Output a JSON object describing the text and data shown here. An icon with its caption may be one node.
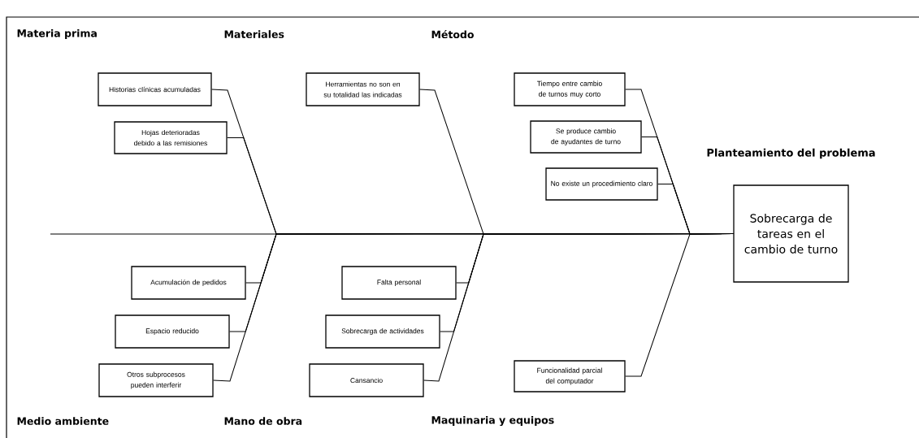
{
  "diagram": {
    "nodes": [
      {
        "text": [
          "Historias clínicas acumuladas"
        ]
      },
      {
        "text": [
          "Hojas deterioradas debido a las remisiones"
        ]
      },
      {
        "text": [
          "Herramientas no son en su totalidad las indicadas"
        ]
      },
      {
        "text": [
          "Tiempo entre cambio de turnos muy corto"
        ]
      },
      {
        "text": [
          "Se produce cambio de ayudantes de turno"
        ]
      },
      {
        "text": [
          "No existe un procedimiento claro"
        ]
      },
      {
        "text": [
          "Planteamiento del problema",
          "Sobrecarga de tareas en el cambio de turno"
        ]
      },
      {
        "text": [
          "Acumulación de pedidos"
        ]
      },
      {
        "text": [
          "Espacio reducido"
        ]
      },
      {
        "text": [
          "Otros subprocesos pueden interferir"
        ]
      },
      {
        "text": [
          "Falta personal"
        ]
      },
      {
        "text": [
          "Sobrecarga de actividades"
        ]
      },
      {
        "text": [
          "Cansancio"
        ]
      },
      {
        "text": [
          "Funcionalidad parcial del computador"
        ]
      }
    ],
    "edges": [
      {
        "from": 0,
        "to": 6,
        "arrow": "none"
      },
      {
        "from": 1,
        "to": 6,
        "arrow": "none"
      },
      {
        "from": 2,
        "to": 6,
        "arrow": "none"
      },
      {
        "from": 3,
        "to": 6,
        "arrow": "none"
      },
      {
        "from": 4,
        "to": 6,
        "arrow": "none"
      },
      {
        "from": 5,
        "to": 6,
        "arrow": "none"
      },
      {
        "from": 7,
        "to": 6,
        "arrow": "none"
      },
      {
        "from": 8,
        "to": 6,
        "arrow": "none"
      },
      {
        "from": 9,
        "to": 6,
        "arrow": "none"
      },
      {
        "from": 10,
        "to": 6,
        "arrow": "none"
      },
      {
        "from": 11,
        "to": 6,
        "arrow": "none"
      },
      {
        "from": 12,
        "to": 6,
        "arrow": "none"
      },
      {
        "from": 13,
        "to": 6,
        "arrow": "none"
      }
    ],
    "labels": [
      "Materia prima",
      "Materiales",
      "Método",
      "Medio ambiente",
      "Mano de obra",
      "Maquinaria y equipos"
    ]
  }
}
